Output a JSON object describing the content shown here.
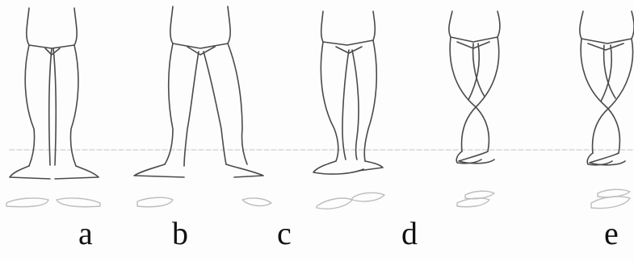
{
  "figure": {
    "labels": [
      "a",
      "b",
      "c",
      "d",
      "e"
    ]
  },
  "colors": {
    "ink": "#4a4a4a",
    "shadow": "#bdbdbd",
    "floor": "#cfcfcf"
  }
}
